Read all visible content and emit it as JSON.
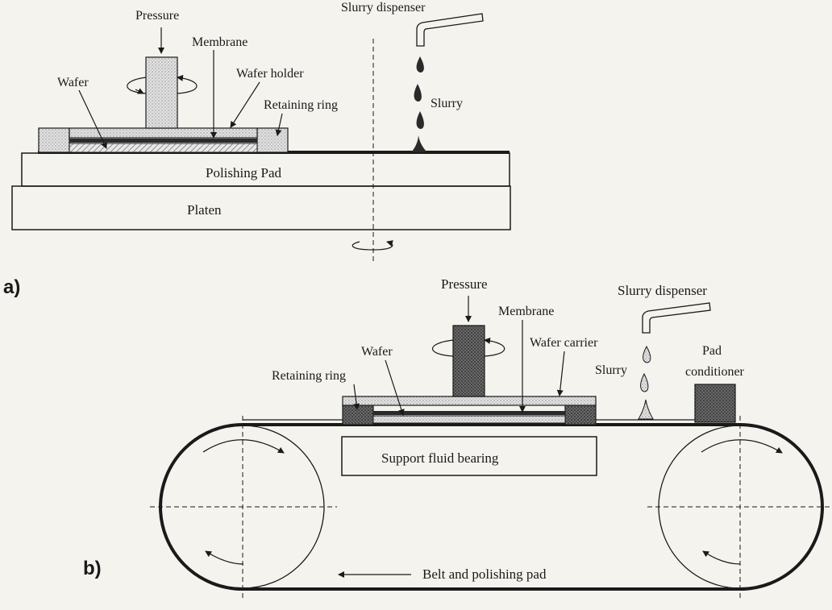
{
  "colors": {
    "background": "#f4f3ee",
    "ink": "#1a1a1a",
    "stipple": "#bdbdbd",
    "dark_stipple": "#333333"
  },
  "diagram_a": {
    "panel_label": "a)",
    "labels": {
      "pressure": "Pressure",
      "membrane": "Membrane",
      "wafer": "Wafer",
      "wafer_holder": "Wafer holder",
      "retaining_ring": "Retaining ring",
      "slurry_dispenser": "Slurry dispenser",
      "slurry": "Slurry",
      "polishing_pad": "Polishing Pad",
      "platen": "Platen"
    }
  },
  "diagram_b": {
    "panel_label": "b)",
    "labels": {
      "pressure": "Pressure",
      "membrane": "Membrane",
      "wafer": "Wafer",
      "wafer_carrier": "Wafer carrier",
      "retaining_ring": "Retaining ring",
      "slurry_dispenser": "Slurry dispenser",
      "slurry": "Slurry",
      "pad_conditioner_line1": "Pad",
      "pad_conditioner_line2": "conditioner",
      "support_fluid_bearing": "Support fluid bearing",
      "belt_and_polishing_pad": "Belt and polishing pad"
    }
  }
}
